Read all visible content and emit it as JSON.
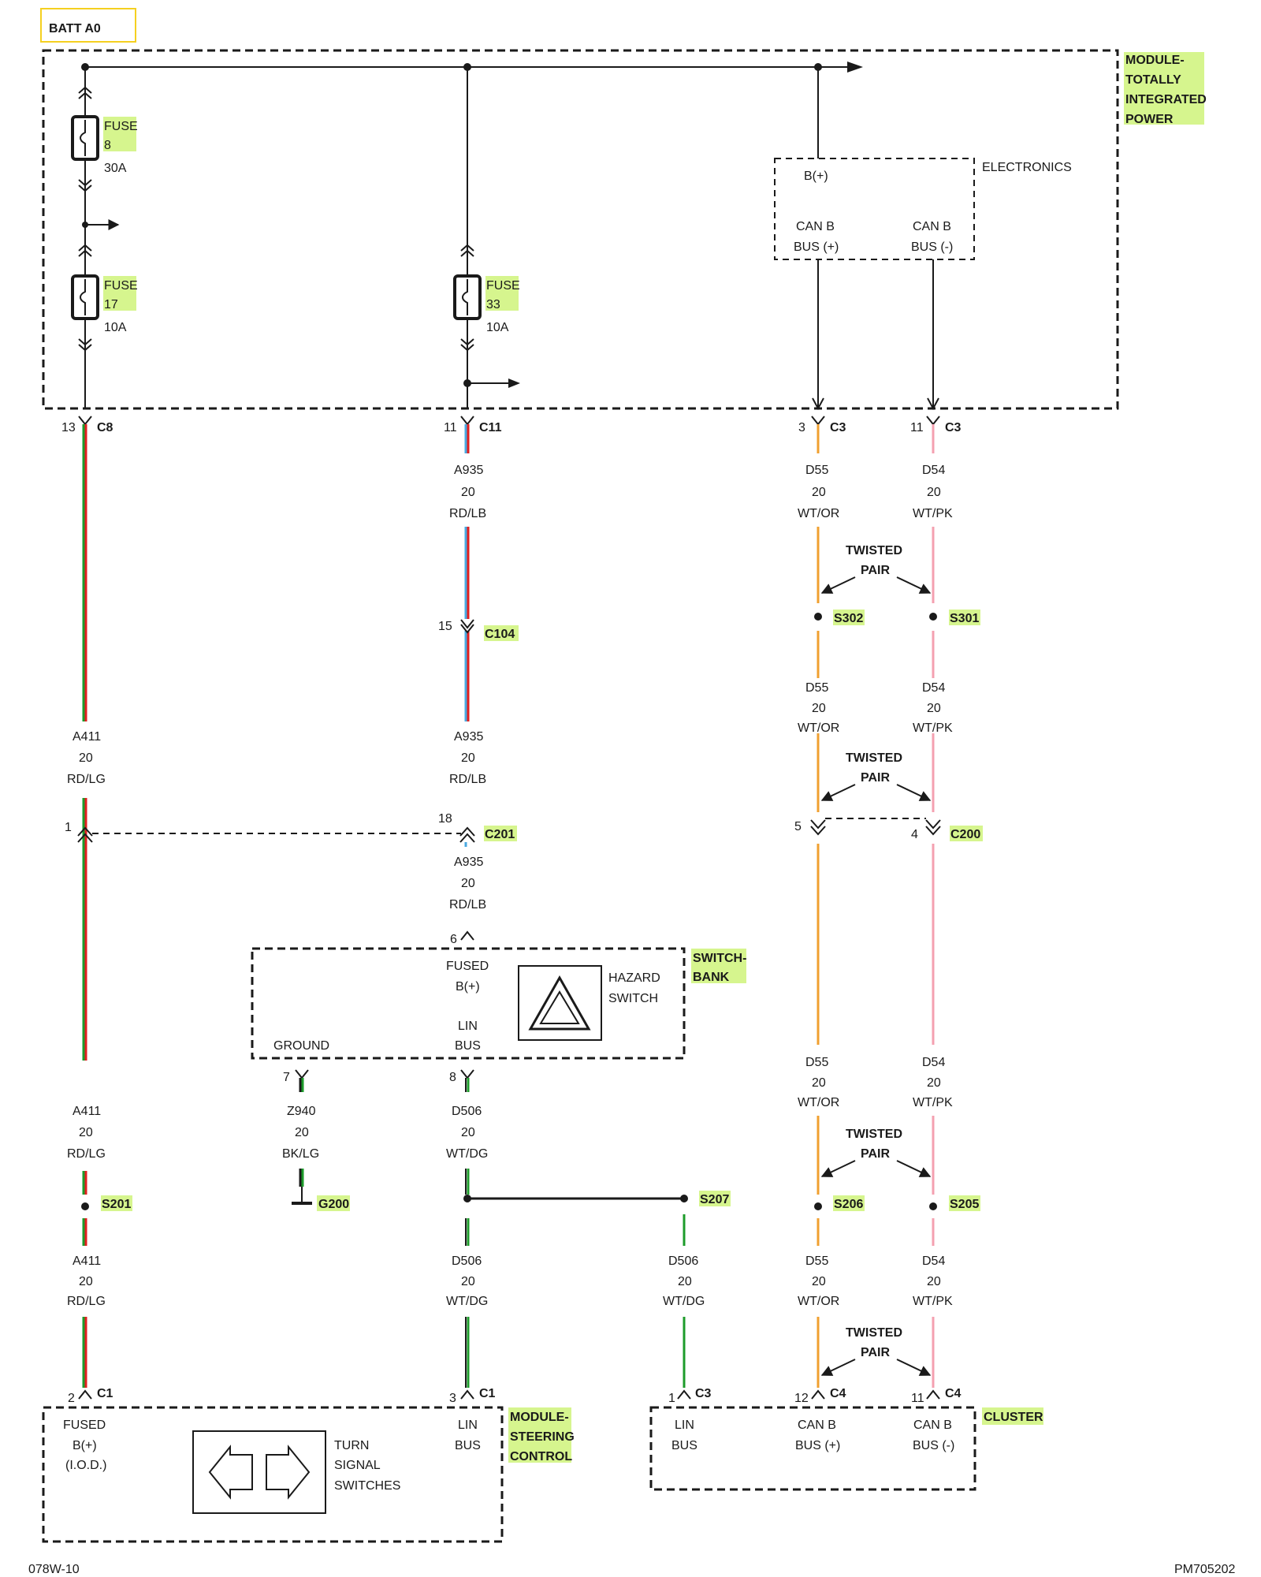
{
  "source": "BATT A0",
  "modules": {
    "tipm": [
      "MODULE-",
      "TOTALLY",
      "INTEGRATED",
      "POWER"
    ],
    "electronics": "ELECTRONICS",
    "switch_bank": [
      "SWITCH-",
      "BANK"
    ],
    "steering": [
      "MODULE-",
      "STEERING",
      "CONTROL"
    ],
    "cluster": "CLUSTER"
  },
  "fuses": [
    {
      "label": "FUSE",
      "number": "8",
      "rating": "30A"
    },
    {
      "label": "FUSE",
      "number": "17",
      "rating": "10A"
    },
    {
      "label": "FUSE",
      "number": "33",
      "rating": "10A"
    }
  ],
  "pins": {
    "b_plus": "B(+)",
    "can_b": "CAN B",
    "bus_plus": "BUS (+)",
    "bus_minus": "BUS (-)",
    "fused": "FUSED",
    "lin": "LIN",
    "bus": "BUS",
    "ground": "GROUND",
    "iod": "(I.O.D.)",
    "hazard": "HAZARD",
    "switch": "SWITCH",
    "turn": "TURN",
    "signal": "SIGNAL",
    "switches": "SWITCHES"
  },
  "connectors": {
    "c8": {
      "pin": "13",
      "name": "C8"
    },
    "c11": {
      "pin": "11",
      "name": "C11"
    },
    "c3a": {
      "pin": "3",
      "name": "C3"
    },
    "c3b": {
      "pin": "11",
      "name": "C3"
    },
    "c104": {
      "pin": "15",
      "name": "C104"
    },
    "c201a": {
      "pin": "1"
    },
    "c201b": {
      "pin": "18",
      "name": "C201"
    },
    "c200a": {
      "pin": "5"
    },
    "c200b": {
      "pin": "4",
      "name": "C200"
    },
    "sw6": {
      "pin": "6"
    },
    "sw7": {
      "pin": "7"
    },
    "sw8": {
      "pin": "8"
    },
    "scm_c1a": {
      "pin": "2",
      "name": "C1"
    },
    "scm_c1b": {
      "pin": "3",
      "name": "C1"
    },
    "cl_c3": {
      "pin": "1",
      "name": "C3"
    },
    "cl_c4a": {
      "pin": "12",
      "name": "C4"
    },
    "cl_c4b": {
      "pin": "11",
      "name": "C4"
    }
  },
  "wires": {
    "a411": [
      "A411",
      "20",
      "RD/LG"
    ],
    "a935": [
      "A935",
      "20",
      "RD/LB"
    ],
    "d55": [
      "D55",
      "20",
      "WT/OR"
    ],
    "d54": [
      "D54",
      "20",
      "WT/PK"
    ],
    "z940": [
      "Z940",
      "20",
      "BK/LG"
    ],
    "d506": [
      "D506",
      "20",
      "WT/DG"
    ]
  },
  "splices": {
    "s302": "S302",
    "s301": "S301",
    "s201": "S201",
    "g200": "G200",
    "s207": "S207",
    "s206": "S206",
    "s205": "S205"
  },
  "twisted_pair": [
    "TWISTED",
    "PAIR"
  ],
  "footer": {
    "left": "078W-10",
    "right": "PM705202"
  },
  "colors": {
    "red": "#e02020",
    "green": "#1c9b2a",
    "light_blue": "#4aa8e0",
    "orange": "#f0a030",
    "pink": "#f4a0b0",
    "highlight": "#d6f58e",
    "batt_box": "#f5d020"
  }
}
